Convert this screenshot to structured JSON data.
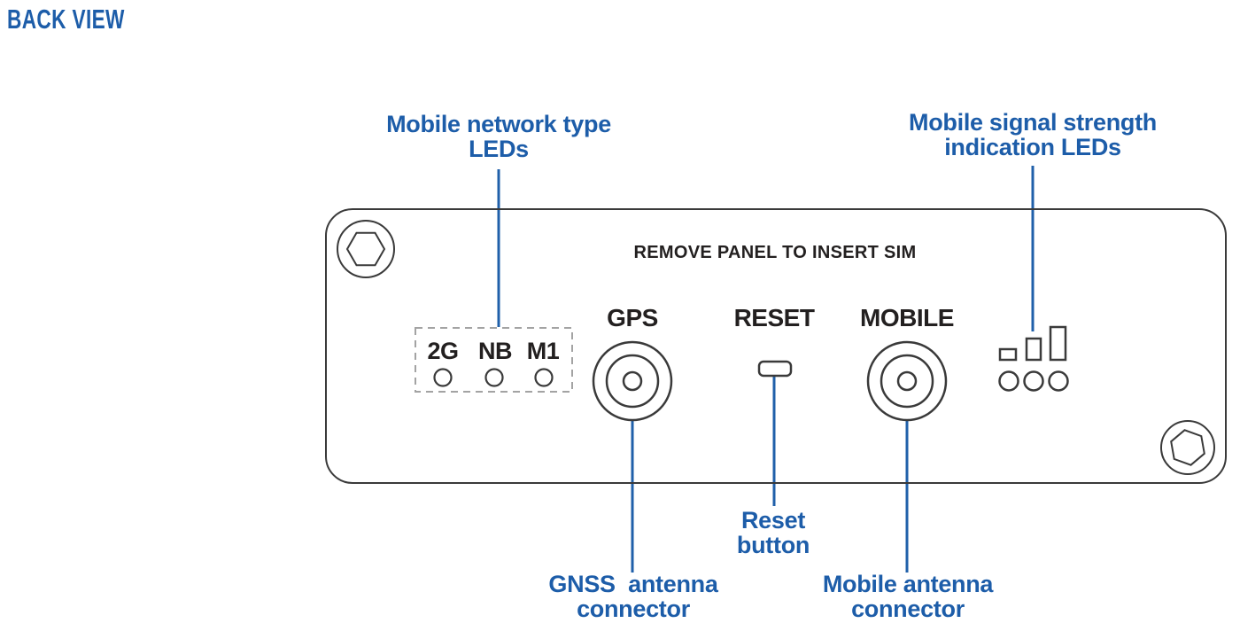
{
  "title": "BACK VIEW",
  "colors": {
    "annotation_blue": "#1d5da9",
    "leader_line_blue": "#2060aa",
    "device_outline": "#3a3a3a",
    "device_label": "#232020",
    "dashed_box_gray": "#a3a3a3",
    "background": "#ffffff"
  },
  "device": {
    "sim_notice": "REMOVE PANEL TO INSERT SIM",
    "gps_label": "GPS",
    "reset_label": "RESET",
    "mobile_label": "MOBILE",
    "network_type_leds": [
      "2G",
      "NB",
      "M1"
    ]
  },
  "annotations": {
    "network_type_leds": {
      "line1": "Mobile network type",
      "line2": "LEDs"
    },
    "signal_strength_leds": {
      "line1": "Mobile signal strength",
      "line2": "indication LEDs"
    },
    "reset_button": {
      "line1": "Reset",
      "line2": "button"
    },
    "gnss_connector": {
      "line1": "GNSS  antenna",
      "line2": "connector"
    },
    "mobile_connector": {
      "line1": "Mobile antenna",
      "line2": "connector"
    }
  }
}
